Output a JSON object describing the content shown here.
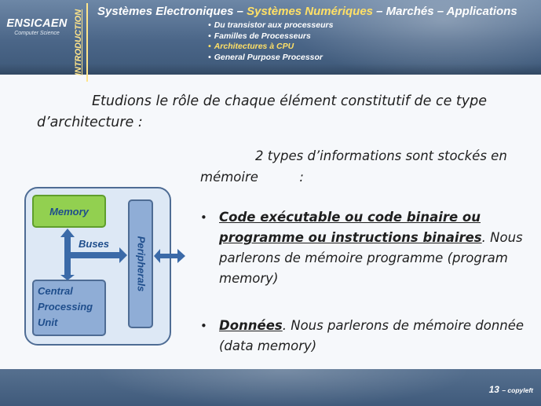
{
  "header": {
    "logo_name": "ENSICAEN",
    "logo_sub": "Computer Science",
    "section_label": "INTRODUCTION",
    "title_part1": "Systèmes Electroniques – ",
    "title_highlight": "Systèmes Numériques",
    "title_part2": " – Marchés – Applications",
    "subitems": [
      {
        "label": "Du transistor aux processeurs"
      },
      {
        "label": "Familles de Processeurs"
      },
      {
        "label": "Architectures à CPU"
      },
      {
        "label": "General Purpose Processor"
      }
    ],
    "bullet_glyph": "•"
  },
  "body": {
    "intro": "Etudions le rôle de chaque élément constitutif de ce type d’architecture :",
    "types_line1": "2 types d’informations sont stockés en",
    "types_line2": "mémoire          :",
    "bullets": [
      {
        "glyph": "•",
        "emphasis": "Code exécutable ou code binaire ou programme ou instructions binaires",
        "rest": ". Nous parlerons de mémoire programme (program memory)"
      },
      {
        "glyph": "•",
        "emphasis": "Données",
        "rest": ". Nous parlerons de mémoire donnée (data memory)"
      }
    ]
  },
  "diagram": {
    "memory_label": "Memory",
    "buses_label": "Buses",
    "peripherals_label": "Peripherals",
    "cpu_line1": "Central",
    "cpu_line2": "Processing",
    "cpu_line3": "Unit",
    "colors": {
      "outer_fill": "#dde8f5",
      "outer_stroke": "#4e6c94",
      "memory_fill": "#92d050",
      "memory_stroke": "#5f9e2c",
      "block_fill": "#8fadd6",
      "block_stroke": "#4e6c94",
      "arrow": "#3b6aa8",
      "label_text": "#1f4e8c"
    }
  },
  "footer": {
    "page_number": "13",
    "copyleft": "– copyleft"
  }
}
